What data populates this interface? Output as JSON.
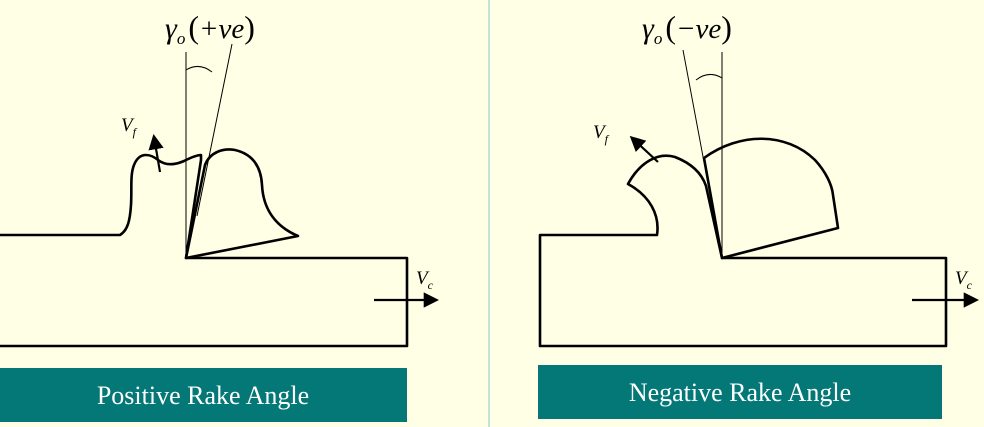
{
  "colors": {
    "background": "#FFFFE6",
    "caption_bar": "#037876",
    "caption_text": "#FFFFFF",
    "divider": "#9FCFCB",
    "stroke": "#000000"
  },
  "left_panel": {
    "angle_symbol": "γ",
    "angle_subscript": "o",
    "angle_open": "(",
    "angle_sign": "+ve",
    "angle_close": ")",
    "chip_velocity": "V",
    "chip_velocity_subscript": "f",
    "cutting_velocity": "V",
    "cutting_velocity_subscript": "c",
    "caption": "Positive Rake Angle"
  },
  "right_panel": {
    "angle_symbol": "γ",
    "angle_subscript": "o",
    "angle_open": "(",
    "angle_sign": "−ve",
    "angle_close": ")",
    "chip_velocity": "V",
    "chip_velocity_subscript": "f",
    "cutting_velocity": "V",
    "cutting_velocity_subscript": "c",
    "caption": "Negative Rake Angle"
  }
}
